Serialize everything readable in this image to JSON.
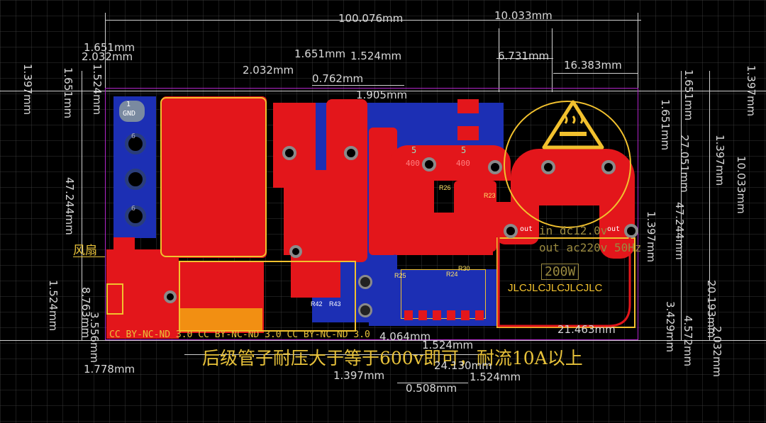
{
  "dimensions": {
    "top": [
      {
        "text": "100.076mm"
      },
      {
        "text": "10.033mm"
      },
      {
        "text": "1.651mm"
      },
      {
        "text": "2.032mm"
      },
      {
        "text": "1.651mm"
      },
      {
        "text": "1.524mm"
      },
      {
        "text": "6.731mm"
      },
      {
        "text": "16.383mm"
      },
      {
        "text": "2.032mm"
      },
      {
        "text": "0.762mm"
      },
      {
        "text": "1.905mm"
      }
    ],
    "left": [
      {
        "text": "1.397mm"
      },
      {
        "text": "1.651mm"
      },
      {
        "text": "1.524mm"
      },
      {
        "text": "47.244mm"
      },
      {
        "text": "1.524mm"
      },
      {
        "text": "8.763mm"
      },
      {
        "text": "3.556mm"
      }
    ],
    "right": [
      {
        "text": "1.397mm"
      },
      {
        "text": "1.651mm"
      },
      {
        "text": "1.651mm"
      },
      {
        "text": "1.397mm"
      },
      {
        "text": "27.051mm"
      },
      {
        "text": "10.033mm"
      },
      {
        "text": "1.397mm"
      },
      {
        "text": "47.244mm"
      },
      {
        "text": "20.193mm"
      },
      {
        "text": "3.429mm"
      },
      {
        "text": "4.572mm"
      },
      {
        "text": "2.032mm"
      }
    ],
    "bottom": [
      {
        "text": "1.778mm"
      },
      {
        "text": "4.064mm"
      },
      {
        "text": "1.524mm"
      },
      {
        "text": "24.130mm"
      },
      {
        "text": "21.463mm"
      },
      {
        "text": "1.524mm"
      },
      {
        "text": "1.397mm"
      },
      {
        "text": "0.508mm"
      }
    ]
  },
  "labels": {
    "fan": "风扇",
    "gnd_pin": "1",
    "gnd_label": "GND",
    "note": "后级管子耐压大于等于600v即可，耐流10A以上",
    "silk_cc": "CC BY-NC-ND 3.0  CC BY-NC-ND 3.0  CC BY-NC-ND 3.0",
    "jlc": "JLCJLCJLCJLCJLC",
    "pin_5a": "5",
    "pin_5b": "5",
    "pin_6a": "6",
    "pin_6b": "6",
    "pin_400a": "400",
    "pin_400b": "400",
    "out_a": "out",
    "out_b": "out",
    "power": "200W",
    "in_dc": "in dc12.0v",
    "out_ac": "out ac220v 50Hz"
  },
  "refdes": {
    "r26": "R26",
    "r23": "R23",
    "r25": "R25",
    "r24": "R24",
    "r30": "R30",
    "r42": "R42",
    "r43": "R43"
  },
  "colors": {
    "background": "#000000",
    "copper_top": "#e3161b",
    "copper_bottom": "#1c2fb4",
    "silkscreen": "#f2c12e",
    "board_outline": "#b126c9",
    "dimension": "#d8d8d8"
  }
}
